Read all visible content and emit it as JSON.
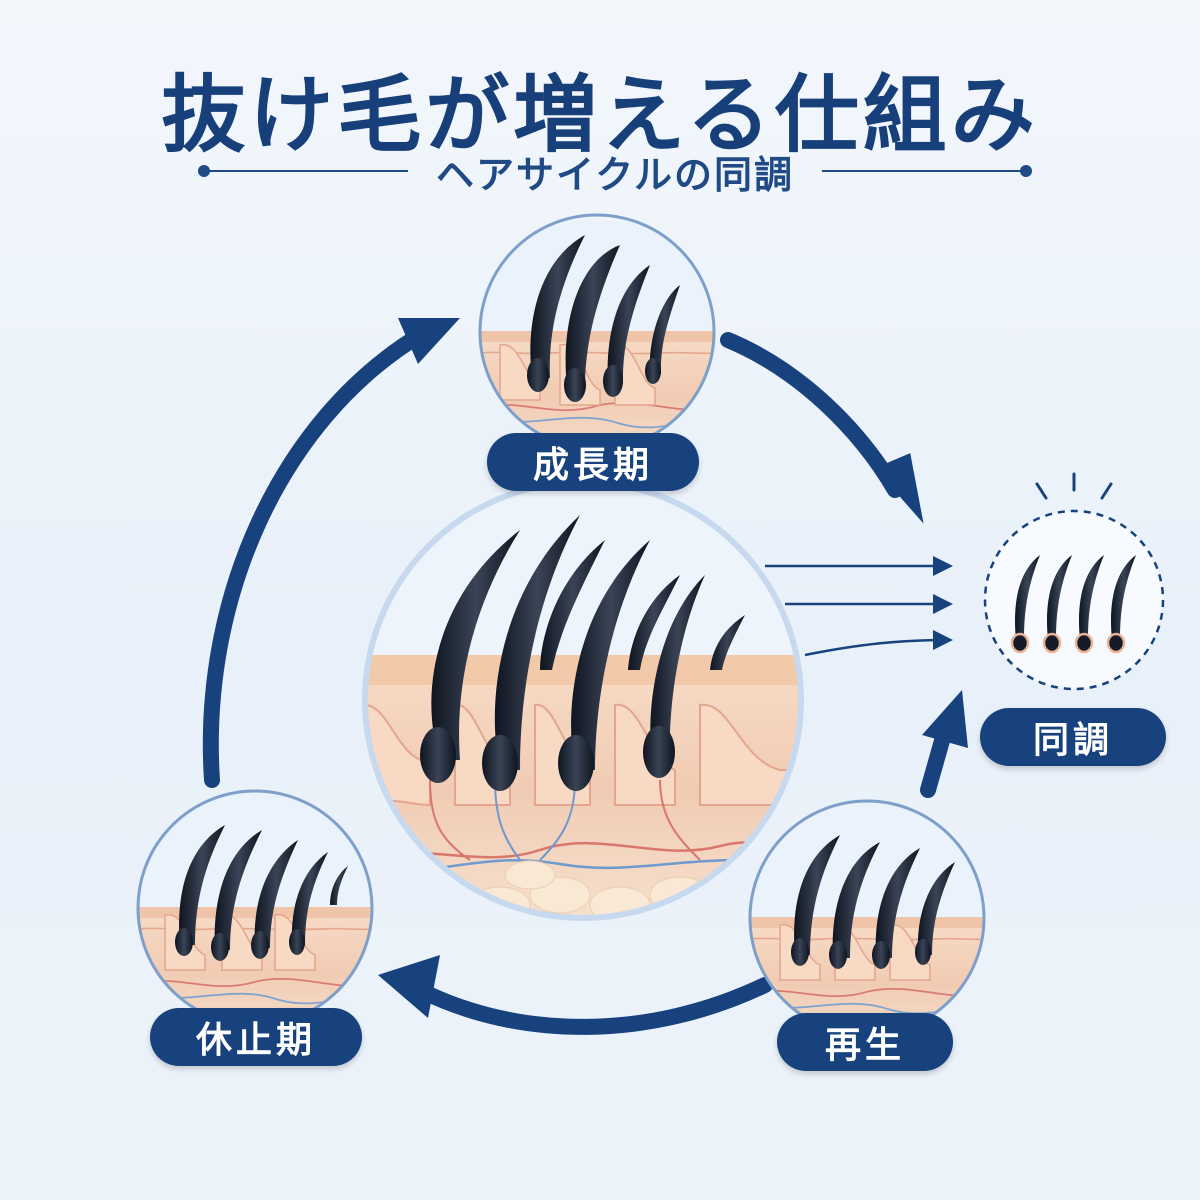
{
  "title": "抜け毛が増える仕組み",
  "subtitle": "ヘアサイクルの同調",
  "stages": {
    "growth": "成長期",
    "rest": "休止期",
    "regen": "再生",
    "sync": "同調"
  },
  "colors": {
    "navy": "#17427d",
    "skin": "#f4d3bf",
    "hair": "#1b2230"
  },
  "icons": [
    "cycle-arrow-icon",
    "hair-follicle-icon",
    "burst-icon"
  ]
}
